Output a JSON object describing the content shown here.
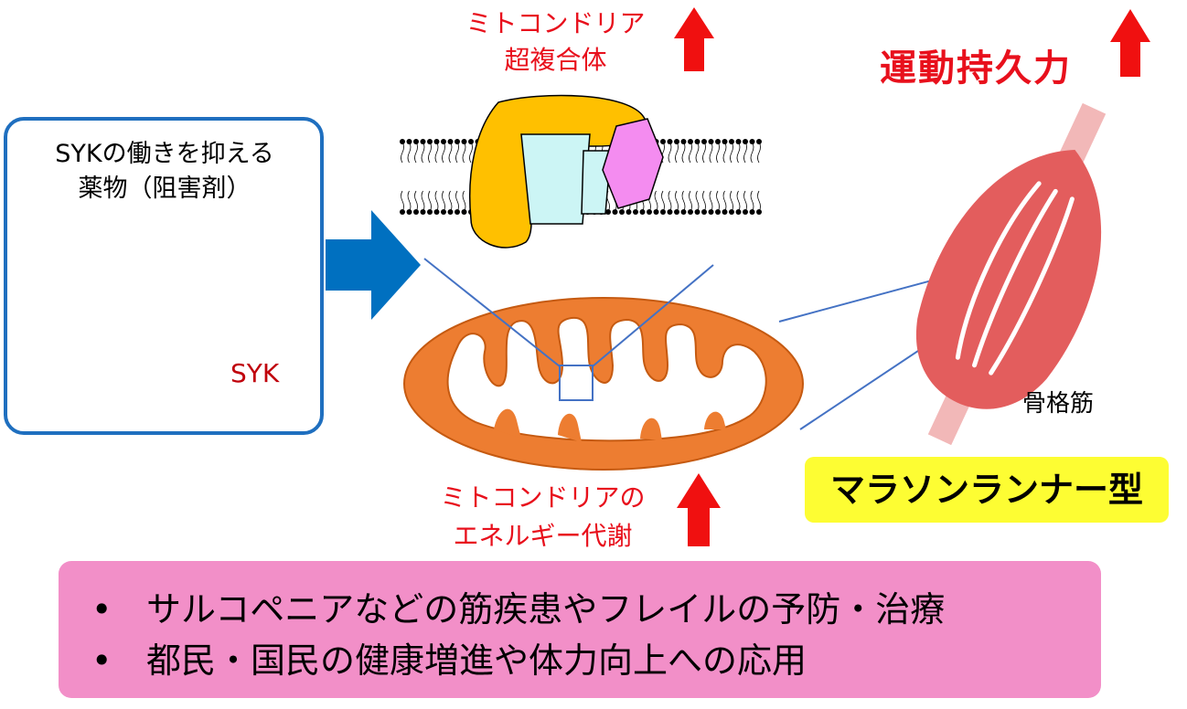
{
  "drug_box": {
    "title_line1": "SYKの働きを抑える",
    "title_line2": "薬物（阻害剤）",
    "target_label": "SYK"
  },
  "mito_complex": {
    "label_line1": "ミトコンドリア",
    "label_line2": "超複合体"
  },
  "endurance": {
    "label": "運動持久力"
  },
  "mito_energy": {
    "label_line1": "ミトコンドリアの",
    "label_line2": "エネルギー代謝"
  },
  "muscle": {
    "label": "骨格筋"
  },
  "marathon": {
    "label": "マラソンランナー型"
  },
  "applications": {
    "bullet": "•",
    "items": [
      "サルコペニアなどの筋疾患やフレイルの予防・治療",
      "都民・国民の健康増進や体力向上への応用"
    ]
  },
  "colors": {
    "red": "#e8101c",
    "blue_box": "#1f6fbf",
    "mito_orange": "#ed7d31",
    "muscle_red": "#e35d5d",
    "yellow": "#fdfd33",
    "pink": "#f28fc8"
  }
}
